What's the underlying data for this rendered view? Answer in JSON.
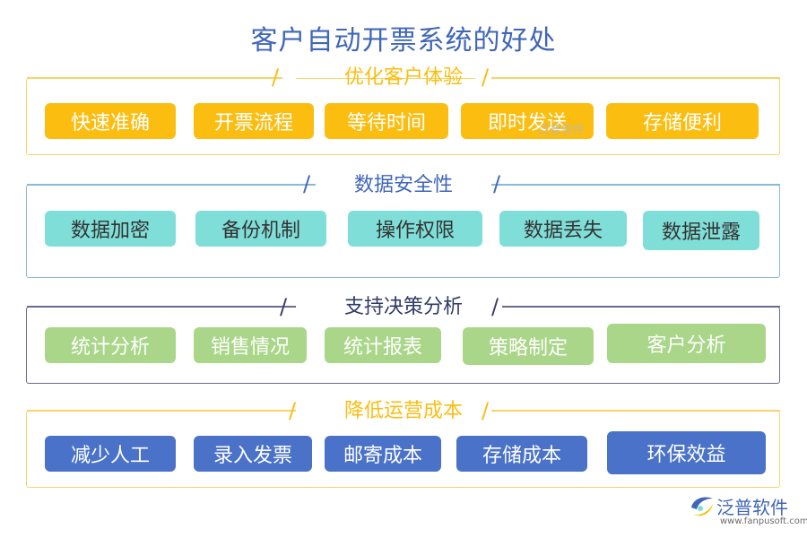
{
  "title": "客户自动开票系统的好处",
  "sections": [
    {
      "title": "优化客户体验",
      "items": [
        "快速准确",
        "开票流程",
        "等待时间",
        "即时发送",
        "存储便利"
      ]
    },
    {
      "title": "数据安全性",
      "items": [
        "数据加密",
        "备份机制",
        "操作权限",
        "数据丢失",
        "数据泄露"
      ]
    },
    {
      "title": "支持决策分析",
      "items": [
        "统计分析",
        "销售情况",
        "统计报表",
        "策略制定",
        "客户分析"
      ]
    },
    {
      "title": "降低运营成本",
      "items": [
        "减少人工",
        "录入发票",
        "邮寄成本",
        "存储成本",
        "环保效益"
      ]
    }
  ],
  "colors": {
    "yellow": "#fbbd10",
    "teal": "#7fded8",
    "green": "#a9d688",
    "blue": "#4a72c8",
    "title": "#3f66b8"
  },
  "logo": {
    "name": "泛普软件",
    "url": "www.fanpusoft.com",
    "icon": "fanpu-logo-icon"
  },
  "watermark": "泛普软件"
}
